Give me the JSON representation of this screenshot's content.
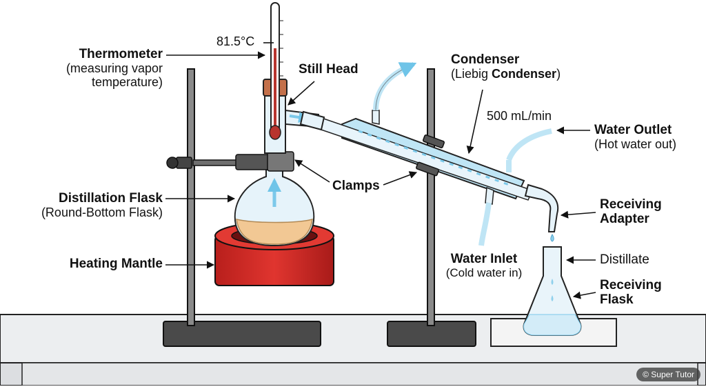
{
  "labels": {
    "thermometer_title": "Thermometer",
    "thermometer_sub": "(measuring vapor temperature)",
    "temperature": "81.5°C",
    "still_head": "Still Head",
    "condenser_title": "Condenser",
    "condenser_sub_pre": "(Liebig ",
    "condenser_sub_bold": "Condenser",
    "condenser_sub_post": ")",
    "flow_rate": "500 mL/min",
    "water_outlet_title": "Water Outlet",
    "water_outlet_sub": "(Hot water out)",
    "clamps": "Clamps",
    "distillation_flask_title": "Distillation Flask",
    "distillation_flask_sub": "(Round-Bottom Flask)",
    "heating_mantle": "Heating Mantle",
    "receiving_adapter_title": "Receiving",
    "receiving_adapter_sub": "Adapter",
    "water_inlet_title": "Water Inlet",
    "water_inlet_sub": "(Cold water in)",
    "distillate": "Distillate",
    "receiving_flask_title": "Receiving",
    "receiving_flask_sub": "Flask"
  },
  "watermark": "© Super Tutor",
  "colors": {
    "mantle": "#d42b27",
    "liquid": "#f2c894",
    "glass": "#d6ecf7",
    "water": "#8fd0ec",
    "stand": "#4a4a4a",
    "bench": "#e9eaec"
  }
}
